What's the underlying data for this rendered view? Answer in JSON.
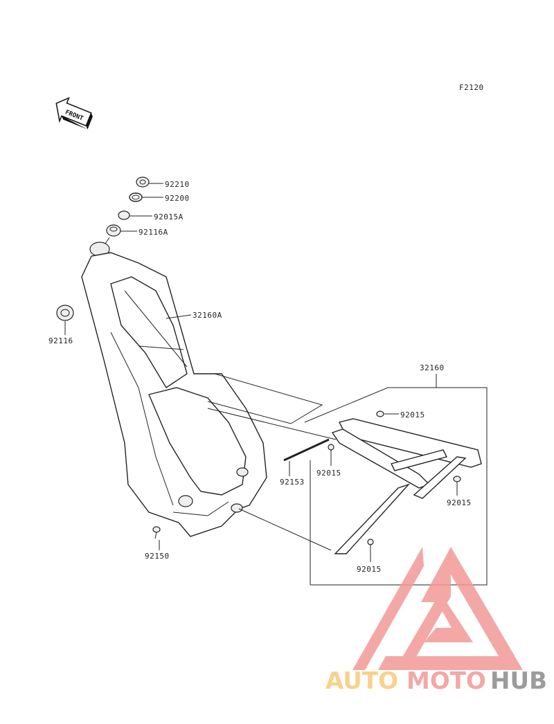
{
  "diagram_code": "F2120",
  "front_arrow": "FRONT",
  "parts": [
    {
      "number": "92210"
    },
    {
      "number": "92200"
    },
    {
      "number": "92015A"
    },
    {
      "number": "92116A"
    },
    {
      "number": "32160A"
    },
    {
      "number": "92116"
    },
    {
      "number": "32160"
    },
    {
      "number": "92015"
    },
    {
      "number": "92153"
    },
    {
      "number": "92015"
    },
    {
      "number": "92015"
    },
    {
      "number": "92150"
    },
    {
      "number": "92015"
    }
  ],
  "watermark": {
    "part1": "AUTO",
    "part2": "MOTO",
    "part3": "HUB",
    "colors": [
      "#f9c97a",
      "#f29a96",
      "#8a8a8a"
    ]
  }
}
